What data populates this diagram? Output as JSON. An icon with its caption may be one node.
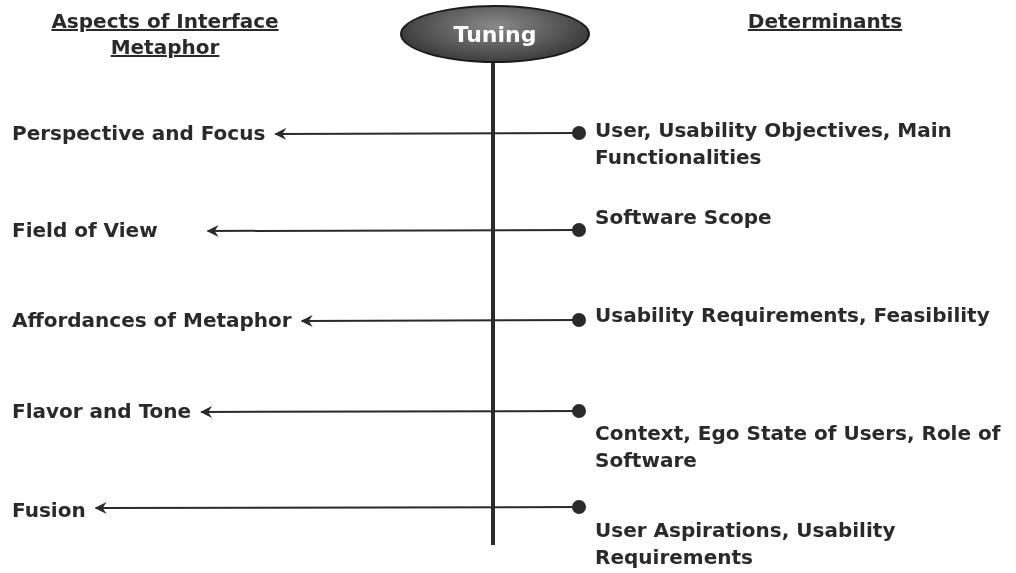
{
  "diagram": {
    "nodes": [
      {
        "text": [
          "Tuning"
        ]
      },
      {
        "text": [
          "Perspective and Focus"
        ]
      },
      {
        "text": [
          "User, Usability Objectives, Main Functionalities"
        ]
      },
      {
        "text": [
          "Field of View"
        ]
      },
      {
        "text": [
          "Software Scope"
        ]
      },
      {
        "text": [
          "Affordances of Metaphor"
        ]
      },
      {
        "text": [
          "Usability Requirements, Feasibility"
        ]
      },
      {
        "text": [
          "Flavor and Tone"
        ]
      },
      {
        "text": [
          "Context, Ego State of Users, Role of Software"
        ]
      },
      {
        "text": [
          "Fusion"
        ]
      },
      {
        "text": [
          "User Aspirations, Usability Requirements"
        ]
      }
    ],
    "edges": [
      {
        "from": 2,
        "to": 1,
        "arrow": "to"
      },
      {
        "from": 4,
        "to": 3,
        "arrow": "to"
      },
      {
        "from": 6,
        "to": 5,
        "arrow": "to"
      },
      {
        "from": 8,
        "to": 7,
        "arrow": "to"
      },
      {
        "from": 10,
        "to": 9,
        "arrow": "to"
      }
    ],
    "labels": [
      "Aspects of Interface Metaphor",
      "Determinants"
    ]
  }
}
